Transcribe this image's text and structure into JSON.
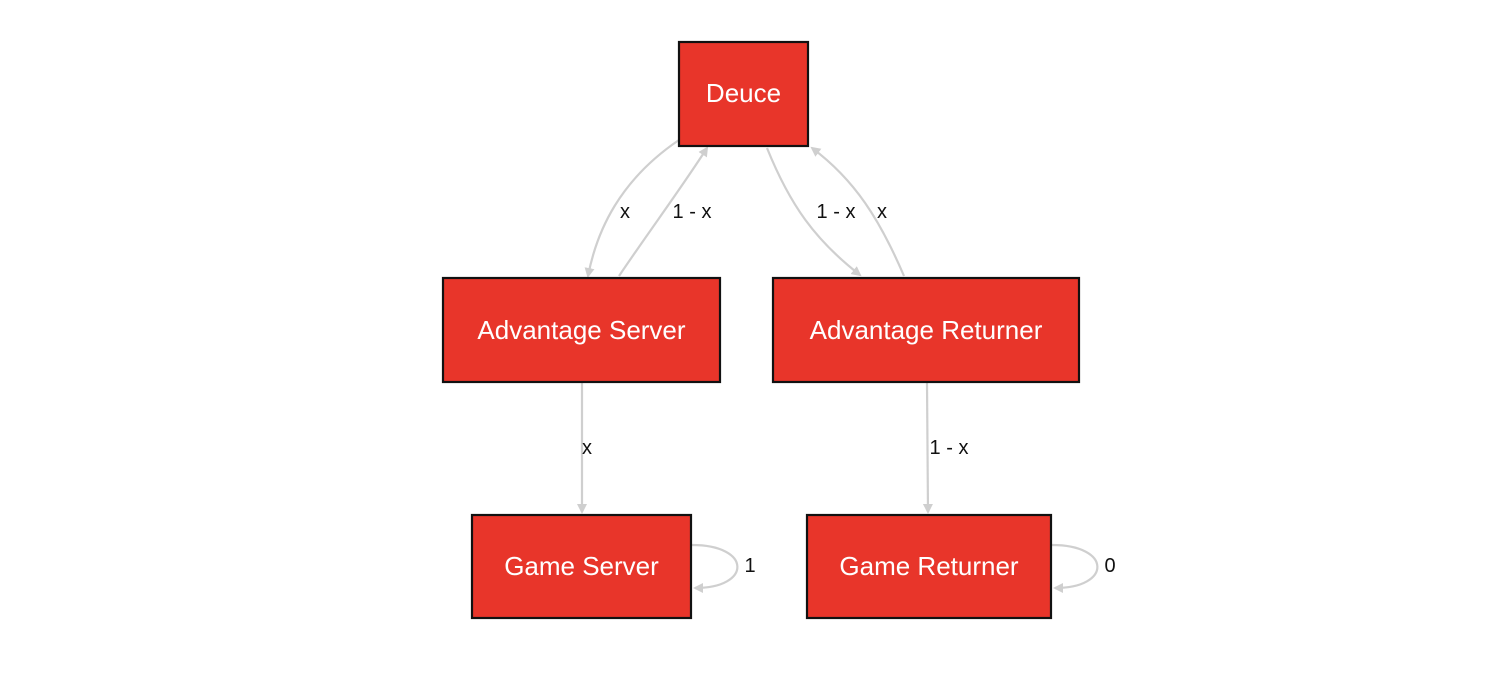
{
  "diagram": {
    "colors": {
      "node_fill": "#e8352a",
      "node_border": "#111111",
      "node_text": "#ffffff",
      "edge": "#cfcfcf",
      "edge_label": "#111111"
    },
    "nodes": {
      "deuce": "Deuce",
      "advantage_server": "Advantage Server",
      "advantage_returner": "Advantage Returner",
      "game_server": "Game Server",
      "game_returner": "Game Returner"
    },
    "edges": {
      "deuce_to_adv_server": "x",
      "adv_server_to_deuce": "1 - x",
      "deuce_to_adv_returner": "1 - x",
      "adv_returner_to_deuce": "x",
      "adv_server_to_game_server": "x",
      "adv_returner_to_game_returner": "1 - x",
      "game_server_self": "1",
      "game_returner_self": "0"
    }
  }
}
